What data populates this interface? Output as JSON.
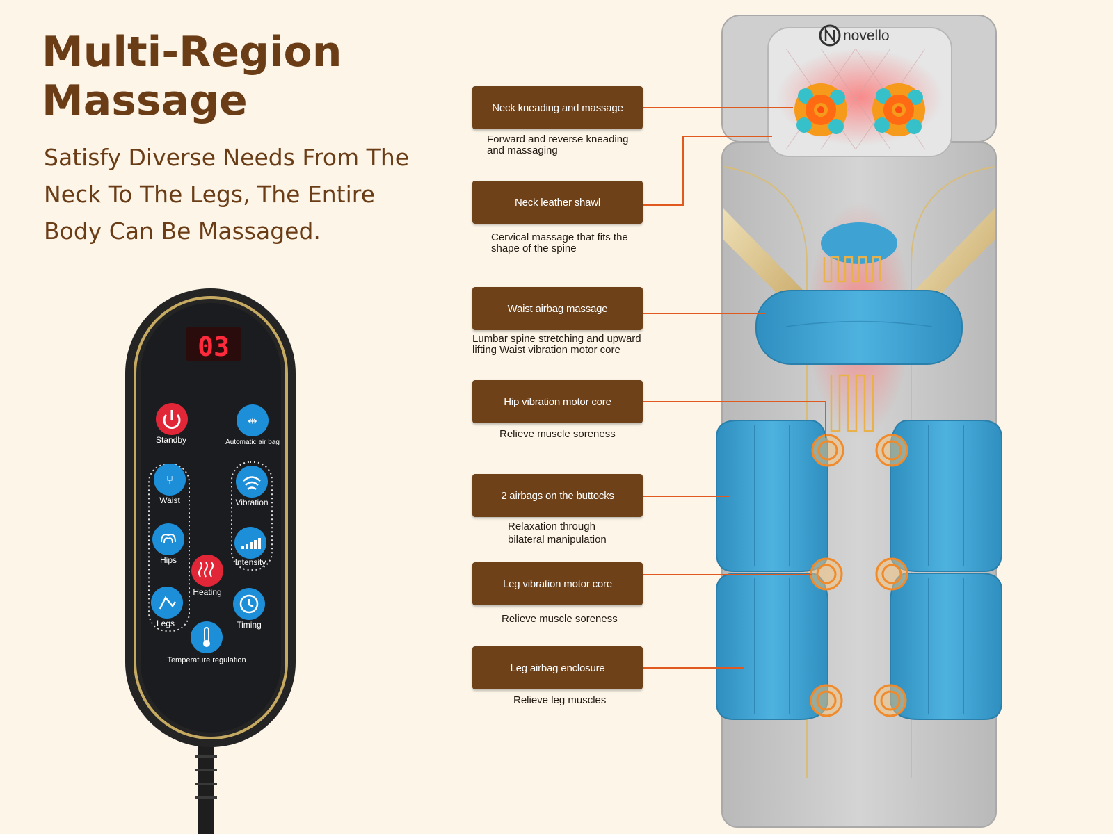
{
  "heading": {
    "title": "Multi-Region Massage",
    "subtitle": "Satisfy Diverse Needs From The Neck To The Legs, The Entire Body Can Be Massaged."
  },
  "brand": "novello",
  "remote": {
    "display": "03",
    "buttons": {
      "standby": "Standby",
      "auto_air_bag": "Automatic air bag",
      "waist": "Waist",
      "vibration": "Vibration",
      "hips": "Hips",
      "intensity": "Intensity",
      "heating": "Heating",
      "legs": "Legs",
      "timing": "Timing",
      "temperature": "Temperature regulation"
    }
  },
  "features": [
    {
      "title": "Neck kneading and massage",
      "description": "Forward and reverse kneading and massaging"
    },
    {
      "title": "Neck leather shawl",
      "description": "Cervical massage that fits the shape of the spine"
    },
    {
      "title": "Waist airbag massage",
      "description": "Lumbar spine stretching and upward lifting Waist vibration motor core"
    },
    {
      "title": "Hip vibration motor core",
      "description": "Relieve muscle soreness"
    },
    {
      "title": "2 airbags on the buttocks",
      "description": "Relaxation through bilateral manipulation"
    },
    {
      "title": "Leg vibration motor core",
      "description": "Relieve muscle soreness"
    },
    {
      "title": "Leg airbag enclosure",
      "description": "Relieve leg muscles"
    }
  ],
  "colors": {
    "background": "#fcf5e8",
    "heading": "#6b3d17",
    "callout": "#6e4119",
    "leader_line": "#e05a1f",
    "airbag": "#3ea2d2",
    "mat": "#c5c5c5"
  }
}
